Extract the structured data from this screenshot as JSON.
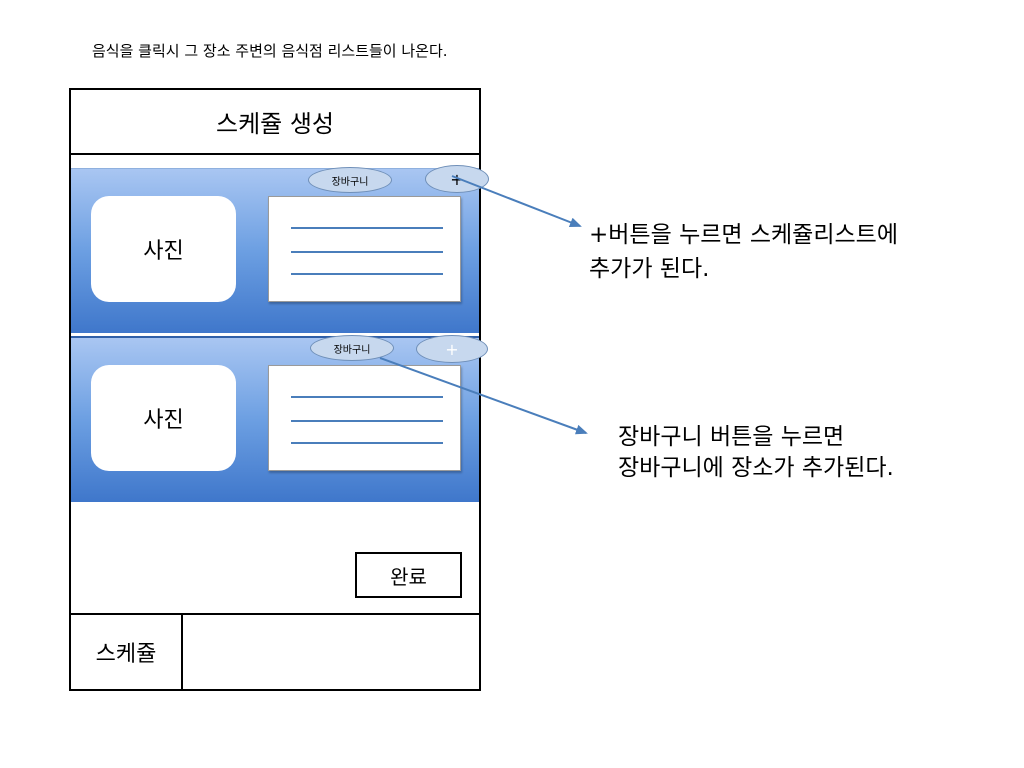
{
  "top_note": "음식을 클릭시 그 장소 주변의 음식점 리스트들이 나온다.",
  "screen": {
    "header_title": "스케쥴 생성",
    "cards": [
      {
        "photo_label": "사진",
        "cart_label": "장바구니",
        "plus_label": "+"
      },
      {
        "photo_label": "사진",
        "cart_label": "장바구니",
        "plus_label": "+"
      }
    ],
    "done_label": "완료",
    "bottom_tab_label": "스케쥴"
  },
  "annotations": {
    "plus_note_line1": "+버튼을 누르면 스케쥴리스트에",
    "plus_note_line2": "추가가 된다.",
    "cart_note_line1": "장바구니 버튼을 누르면",
    "cart_note_line2": "장바구니에 장소가 추가된다."
  },
  "colors": {
    "arrow": "#4a7ebb",
    "card_gradient_top": "#a9c6f2",
    "card_gradient_bottom": "#3f77cb",
    "pill_fill": "#c7d8ee"
  }
}
